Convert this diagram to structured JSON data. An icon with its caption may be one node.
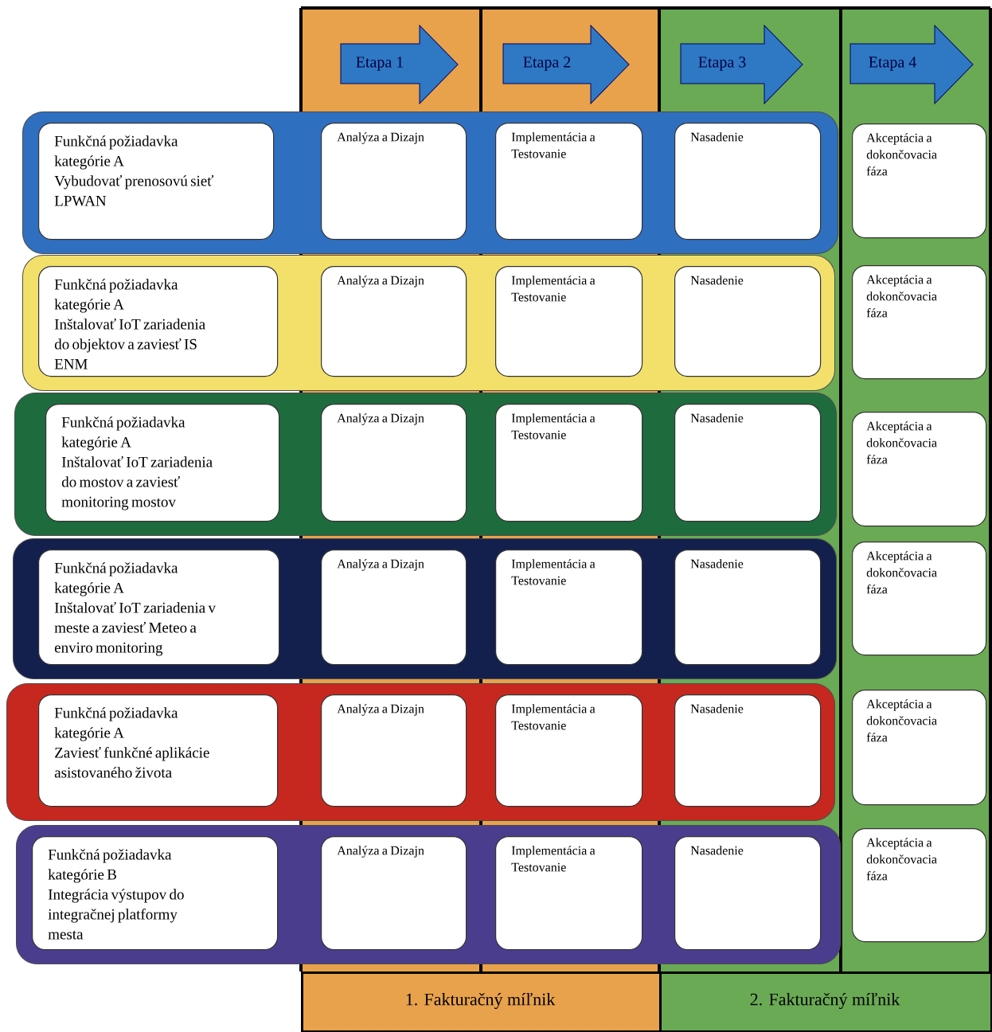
{
  "diagram": {
    "nodes": [
      {
        "text": [
          "Etapa 1"
        ]
      },
      {
        "text": [
          "Etapa 2"
        ]
      },
      {
        "text": [
          "Etapa 3"
        ]
      },
      {
        "text": [
          "Etapa 4"
        ]
      },
      {
        "text": [],
        "shape": "box"
      },
      {
        "text": [
          "Funkčná požiadavka kategórie A",
          "Vybudovať prenosovú sieť LPWAN"
        ],
        "in": 4
      },
      {
        "text": [
          "Analýza a Dizajn"
        ],
        "in": 4
      },
      {
        "text": [
          "Implementácia a Testovanie"
        ],
        "in": 4
      },
      {
        "text": [
          "Nasadenie"
        ],
        "in": 4
      },
      {
        "text": [
          "Akceptácia a dokončovacia fáza"
        ]
      },
      {
        "text": [],
        "shape": "box"
      },
      {
        "text": [
          "Funkčná požiadavka kategórie A",
          "Inštalovať IoT zariadenia do objektov a zaviesť IS ENM"
        ],
        "in": 10
      },
      {
        "text": [
          "Analýza a Dizajn"
        ],
        "in": 10
      },
      {
        "text": [
          "Implementácia a Testovanie"
        ],
        "in": 10
      },
      {
        "text": [
          "Nasadenie"
        ],
        "in": 10
      },
      {
        "text": [
          "Akceptácia a dokončovacia fáza"
        ]
      },
      {
        "text": [],
        "shape": "box"
      },
      {
        "text": [
          "Funkčná požiadavka kategórie A",
          "Inštalovať IoT zariadenia do mostov a zaviesť monitoring mostov"
        ],
        "in": 16
      },
      {
        "text": [
          "Analýza a Dizajn"
        ],
        "in": 16
      },
      {
        "text": [
          "Implementácia a Testovanie"
        ],
        "in": 16
      },
      {
        "text": [
          "Nasadenie"
        ],
        "in": 16
      },
      {
        "text": [
          "Akceptácia a dokončovacia fáza"
        ]
      },
      {
        "text": [],
        "shape": "box"
      },
      {
        "text": [
          "Funkčná požiadavka kategórie A",
          "Inštalovať IoT zariadenia v meste a zaviesť Meteo a enviro monitoring"
        ],
        "in": 22
      },
      {
        "text": [
          "Analýza a Dizajn"
        ],
        "in": 22
      },
      {
        "text": [
          "Implementácia a Testovanie"
        ],
        "in": 22
      },
      {
        "text": [
          "Nasadenie"
        ],
        "in": 22
      },
      {
        "text": [
          "Akceptácia a dokončovacia fáza"
        ]
      },
      {
        "text": [],
        "shape": "box"
      },
      {
        "text": [
          "Funkčná požiadavka kategórie A",
          "Zaviesť funkčné aplikácie asistovaného života"
        ],
        "in": 28
      },
      {
        "text": [
          "Analýza a Dizajn"
        ],
        "in": 28
      },
      {
        "text": [
          "Implementácia a Testovanie"
        ],
        "in": 28
      },
      {
        "text": [
          "Nasadenie"
        ],
        "in": 28
      },
      {
        "text": [
          "Akceptácia a dokončovacia fáza"
        ]
      },
      {
        "text": [],
        "shape": "box"
      },
      {
        "text": [
          "Funkčná požiadavka kategórie B",
          "Integrácia výstupov do integračnej platformy mesta"
        ],
        "in": 34
      },
      {
        "text": [
          "Analýza a Dizajn"
        ],
        "in": 34
      },
      {
        "text": [
          "Implementácia a Testovanie"
        ],
        "in": 34
      },
      {
        "text": [
          "Nasadenie"
        ],
        "in": 34
      },
      {
        "text": [
          "Akceptácia a dokončovacia fáza"
        ]
      },
      {
        "text": [
          "1. Fakturačný míľnik"
        ]
      },
      {
        "text": [
          "2. Fakturačný míľnik"
        ]
      }
    ]
  }
}
